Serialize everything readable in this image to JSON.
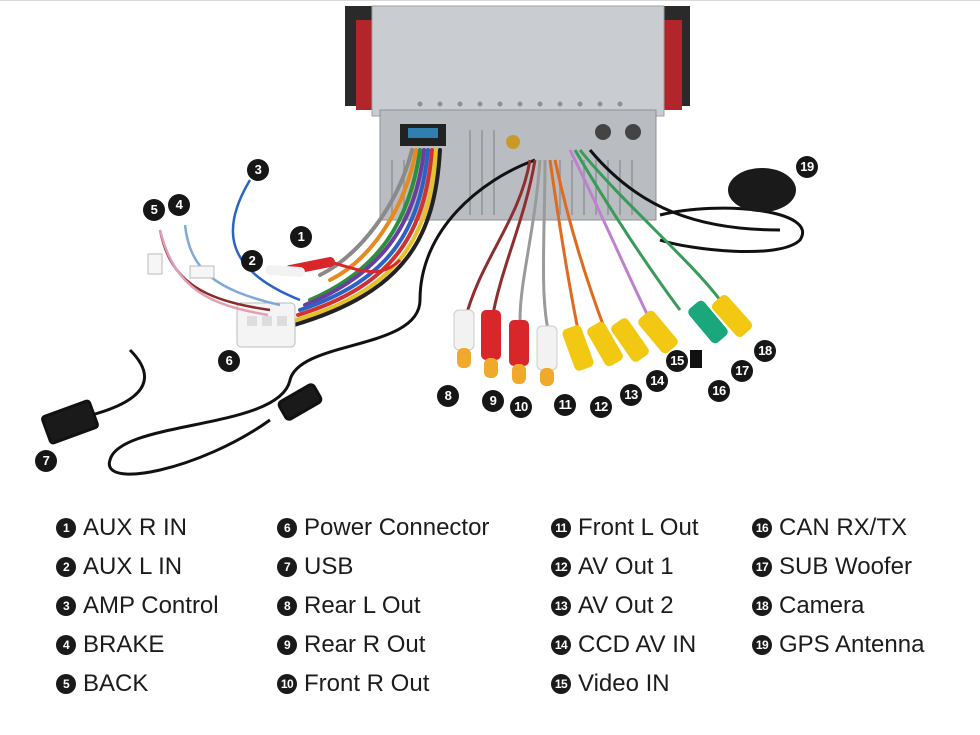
{
  "callouts": [
    "1",
    "2",
    "3",
    "4",
    "5",
    "6",
    "7",
    "8",
    "9",
    "10",
    "11",
    "12",
    "13",
    "14",
    "15",
    "16",
    "17",
    "18",
    "19"
  ],
  "legend": {
    "col1": [
      {
        "num": "1",
        "label": "AUX R IN"
      },
      {
        "num": "2",
        "label": "AUX L IN"
      },
      {
        "num": "3",
        "label": "AMP Control"
      },
      {
        "num": "4",
        "label": "BRAKE"
      },
      {
        "num": "5",
        "label": "BACK"
      }
    ],
    "col2": [
      {
        "num": "6",
        "label": "Power Connector"
      },
      {
        "num": "7",
        "label": "USB"
      },
      {
        "num": "8",
        "label": "Rear L Out"
      },
      {
        "num": "9",
        "label": "Rear R Out"
      },
      {
        "num": "10",
        "label": "Front R Out"
      }
    ],
    "col3": [
      {
        "num": "11",
        "label": "Front L Out"
      },
      {
        "num": "12",
        "label": "AV Out 1"
      },
      {
        "num": "13",
        "label": "AV Out 2"
      },
      {
        "num": "14",
        "label": "CCD AV IN"
      },
      {
        "num": "15",
        "label": "Video IN"
      }
    ],
    "col4": [
      {
        "num": "16",
        "label": "CAN RX/TX"
      },
      {
        "num": "17",
        "label": "SUB Woofer"
      },
      {
        "num": "18",
        "label": "Camera"
      },
      {
        "num": "19",
        "label": "GPS Antenna"
      }
    ]
  },
  "colors": {
    "rca_white": "#f2f2f2",
    "rca_red": "#d8262b",
    "rca_yellow": "#f2c813",
    "rca_green": "#19a77b",
    "rca_tip": "#f0a92a",
    "chassis": "#b9bcc0",
    "bracket_red": "#b1252b"
  }
}
